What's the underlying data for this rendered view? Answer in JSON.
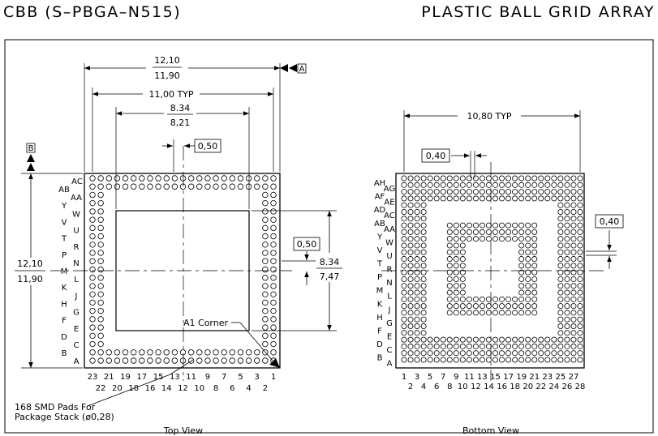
{
  "header": {
    "left": "CBB (S–PBGA–N515)",
    "right": "PLASTIC BALL GRID ARRAY"
  },
  "top_view": {
    "title": "Top View",
    "dim_width_max": "12,10",
    "dim_width_min": "11,90",
    "dim_height_max": "12,10",
    "dim_height_min": "11,90",
    "dim_pitch_span": "11,00 TYP",
    "dim_inner_max": "8.34",
    "dim_inner_min": "8,21",
    "dim_inner_right_max": "8.34",
    "dim_inner_right_min": "7,47",
    "dim_offset_h": "0,50",
    "dim_offset_v": "0,50",
    "datum_a": "A",
    "datum_b": "B",
    "a1_corner": "A1 Corner",
    "note_line1": "168 SMD Pads For",
    "note_line2": "Package Stack (ø0,28)",
    "row_letters_left": [
      "AB",
      "Y",
      "V",
      "T",
      "P",
      "M",
      "K",
      "H",
      "F",
      "D",
      "B"
    ],
    "row_letters_right": [
      "AC",
      "AA",
      "W",
      "U",
      "R",
      "N",
      "L",
      "J",
      "G",
      "E",
      "C",
      "A"
    ],
    "col_numbers_top": [
      "23",
      "21",
      "19",
      "17",
      "15",
      "13",
      "11",
      "9",
      "7",
      "5",
      "3",
      "1"
    ],
    "col_numbers_bottom": [
      "22",
      "20",
      "18",
      "16",
      "14",
      "12",
      "10",
      "8",
      "6",
      "4",
      "2"
    ]
  },
  "bottom_view": {
    "title": "Bottom View",
    "dim_pitch_span": "10,80 TYP",
    "dim_pitch_h": "0,40",
    "dim_pitch_v": "0,40",
    "row_letters_left": [
      "AH",
      "AF",
      "AD",
      "AB",
      "Y",
      "V",
      "T",
      "P",
      "M",
      "K",
      "H",
      "F",
      "D",
      "B"
    ],
    "row_letters_right": [
      "AG",
      "AE",
      "AC",
      "AA",
      "W",
      "U",
      "R",
      "N",
      "L",
      "J",
      "G",
      "E",
      "C",
      "A"
    ],
    "col_numbers_top": [
      "1",
      "3",
      "5",
      "7",
      "9",
      "11",
      "13",
      "15",
      "17",
      "19",
      "21",
      "23",
      "25",
      "27"
    ],
    "col_numbers_bottom": [
      "2",
      "4",
      "6",
      "8",
      "10",
      "12",
      "14",
      "16",
      "18",
      "20",
      "22",
      "24",
      "26",
      "28"
    ]
  }
}
